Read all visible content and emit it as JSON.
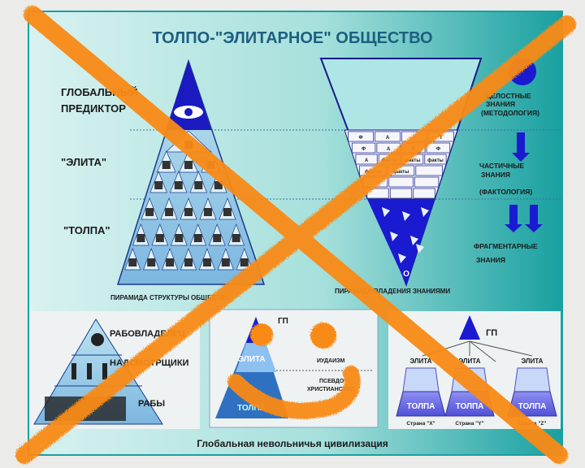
{
  "title": "ТОЛПО-\"ЭЛИТАРНОЕ\" ОБЩЕСТВО",
  "left_pyramid": {
    "labels": [
      "ГЛОБАЛЬНЫЙ",
      "ПРЕДИКТОР",
      "\"ЭЛИТА\"",
      "\"ТОЛПА\""
    ],
    "caption": "ПИРАМИДА СТРУКТУРЫ ОБЩЕСТВА"
  },
  "knowledge_pyramid": {
    "bricks": [
      "Ф",
      "А",
      "К",
      "Т",
      "Ф",
      "А",
      "К",
      "Ф",
      "А",
      "факты",
      "факты",
      "факты",
      "факты",
      "факты"
    ],
    "bottom_letter": "О",
    "labels": {
      "holistic": [
        "ЦЕЛОСТНЫЕ",
        "ЗНАНИЯ",
        "(МЕТОДОЛОГИЯ)"
      ],
      "partial": [
        "ЧАСТИЧНЫЕ",
        "ЗНАНИЯ",
        "(ФАКТОЛОГИЯ)"
      ],
      "fragmentary": [
        "ФРАГМЕНТАРНЫЕ",
        "ЗНАНИЯ"
      ]
    },
    "caption": "ПИРАМИДА ВЛАДЕНИЯ ЗНАНИЯМИ"
  },
  "panel_slavery": {
    "labels": [
      "РАБОВЛАДЕЛЕЦ",
      "НАДСМОТРЩИКИ",
      "РАБЫ"
    ]
  },
  "panel_religion": {
    "gp": "ГП",
    "elite": "ЭЛИТА",
    "crowd": "ТОЛПА",
    "judaism": "ИУДАИЗМ",
    "pseudo": [
      "ПСЕВДО",
      "ХРИСТИАНСТВО"
    ]
  },
  "panel_countries": {
    "gp": "ГП",
    "elite": "ЭЛИТА",
    "crowd": "ТОЛПА",
    "countries": [
      "Страна \"X\"",
      "Страна \"Y\"",
      "Страна \"Z\""
    ]
  },
  "footer": "Глобальная невольничья цивилизация",
  "colors": {
    "accent_blue": "#1a1ad0",
    "teal": "#19a3a3",
    "overlay_orange": "#f98a12"
  }
}
